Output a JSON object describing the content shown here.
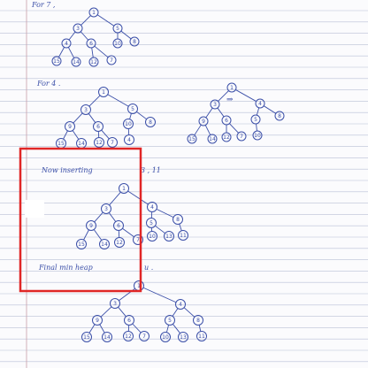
{
  "notes": {
    "header_for_7": "For 7 ,",
    "header_for_4": "For 4 .",
    "now_inserting": "Now inserting",
    "inserting_values": "3 , 11",
    "final_min_heap": "Final min heap",
    "final_suffix": "u ."
  },
  "colors": {
    "ink": "#3b4fa8",
    "highlight_box": "#e02626",
    "ruled_line": "#b9bfd6",
    "margin_line": "#c9a0a8",
    "paper": "#fbfbfd"
  },
  "trees": {
    "tree_for_7": [
      "1",
      "3",
      "5",
      "4",
      "6",
      "10",
      "8",
      "15",
      "14",
      "12",
      "7"
    ],
    "tree_for_4_before": [
      "1",
      "3",
      "5",
      "9",
      "6",
      "10",
      "8",
      "15",
      "14",
      "12",
      "7",
      "4"
    ],
    "tree_for_4_after": [
      "1",
      "3",
      "4",
      "9",
      "6",
      "5",
      "8",
      "15",
      "14",
      "12",
      "7",
      "10"
    ],
    "tree_inserting": [
      "1",
      "3",
      "4",
      "9",
      "6",
      "5",
      "8",
      "15",
      "14",
      "12",
      "7",
      "10",
      "13",
      "11"
    ],
    "tree_final": [
      "1",
      "3",
      "4",
      "9",
      "6",
      "5",
      "8",
      "15",
      "14",
      "12",
      "7",
      "10",
      "13",
      "11"
    ]
  }
}
